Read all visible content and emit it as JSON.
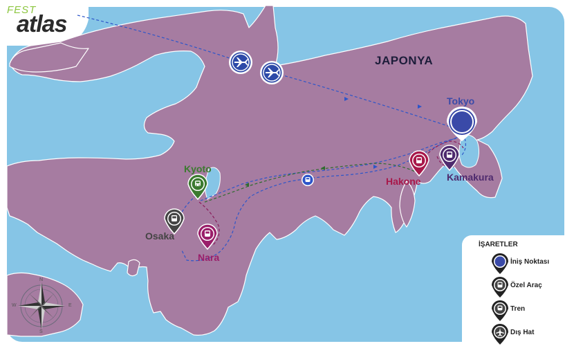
{
  "brand": {
    "fest": "FEST",
    "atlas": "atlas"
  },
  "colors": {
    "sea": "#86c5e6",
    "land": "#a67ca1",
    "water_outline": "#ffffff",
    "route_blue": "#2d55c9",
    "route_green": "#2f6b2f",
    "route_magenta": "#8a1c5c",
    "tokyo_blue": "#3a4aa8",
    "kyoto_green": "#3b7a2f",
    "nara_magenta": "#9a1f6a",
    "hakone_red": "#a8184a",
    "kamakura_purple": "#4e2a6e",
    "osaka_gray": "#444444"
  },
  "map": {
    "country_label": "JAPONYA",
    "cities": [
      {
        "key": "tokyo",
        "label": "Tokyo",
        "marker": "landing-point"
      },
      {
        "key": "kyoto",
        "label": "Kyoto",
        "marker": "train"
      },
      {
        "key": "osaka",
        "label": "Osaka",
        "marker": "private-vehicle"
      },
      {
        "key": "nara",
        "label": "Nara",
        "marker": "private-vehicle"
      },
      {
        "key": "hakone",
        "label": "Hakone",
        "marker": "private-vehicle"
      },
      {
        "key": "kamakura",
        "label": "Kamakura",
        "marker": "private-vehicle"
      }
    ],
    "icons": [
      "airplane-icon",
      "airplane-icon",
      "train-icon",
      "compass-rose-icon"
    ],
    "compass": {
      "n": "N",
      "e": "E",
      "s": "S",
      "w": "W"
    }
  },
  "legend": {
    "title": "İŞARETLER",
    "items": [
      {
        "label": "İniş Noktası",
        "icon": "landing-point-icon"
      },
      {
        "label": "Özel Araç",
        "icon": "private-vehicle-icon"
      },
      {
        "label": "Tren",
        "icon": "train-icon"
      },
      {
        "label": "Dış Hat",
        "icon": "airplane-icon"
      }
    ]
  }
}
